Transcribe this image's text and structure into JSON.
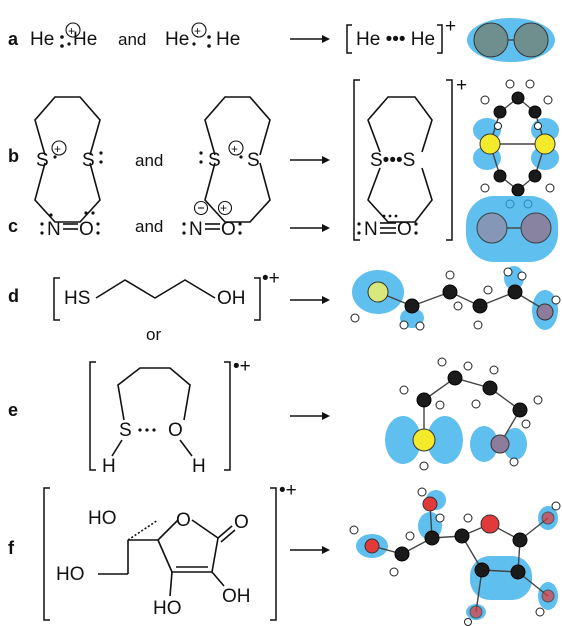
{
  "rows": {
    "a": {
      "label": "a",
      "left": "He ∶⊕He",
      "conj": "and",
      "right": "He⊕∶ He",
      "product": "He ••• He",
      "charge": "+"
    },
    "b": {
      "label": "b",
      "conj": "and",
      "product": "S•••S",
      "charge": "+",
      "s": "S"
    },
    "c": {
      "label": "c",
      "conj": "and",
      "n": "N",
      "o": "O"
    },
    "d": {
      "label": "d",
      "hs": "HS",
      "oh": "OH",
      "charge": "•+",
      "or": "or"
    },
    "e": {
      "label": "e",
      "s": "S",
      "o": "O",
      "h": "H",
      "charge": "•+"
    },
    "f": {
      "label": "f",
      "ho1": "HO",
      "ho2": "HO",
      "ho3": "HO",
      "oh": "OH",
      "o1": "O",
      "o2": "O",
      "charge": "•+"
    }
  },
  "colors": {
    "spin_density": "#29a9e8",
    "sulfur": "#f2ea2a",
    "oxygen": "#e23a3a",
    "carbon": "#1a1a1a",
    "hydrogen": "#ffffff"
  },
  "icons": {
    "arrow": "right-arrow-icon"
  }
}
